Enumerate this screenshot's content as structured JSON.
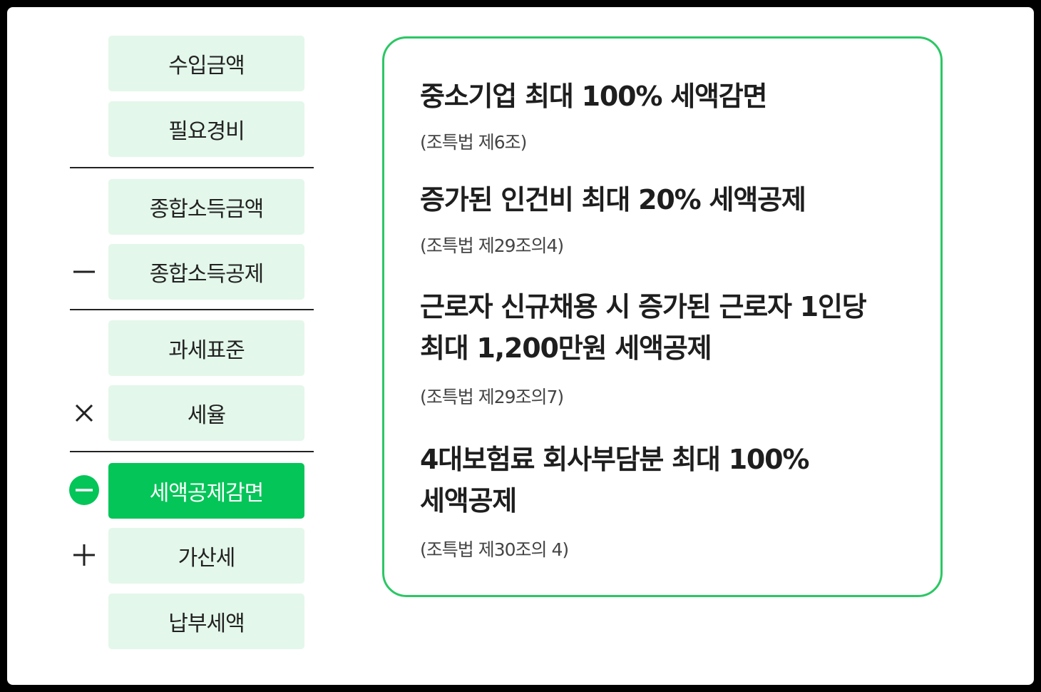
{
  "calc_steps": [
    {
      "label": "수입금액",
      "operator": "",
      "active": false
    },
    {
      "label": "필요경비",
      "operator": "",
      "active": false
    },
    {
      "label": "종합소득금액",
      "operator": "",
      "active": false
    },
    {
      "label": "종합소득공제",
      "operator": "minus-icon",
      "active": false
    },
    {
      "label": "과세표준",
      "operator": "",
      "active": false
    },
    {
      "label": "세율",
      "operator": "times-icon",
      "active": false
    },
    {
      "label": "세액공제감면",
      "operator": "minus-circle-icon",
      "active": true
    },
    {
      "label": "가산세",
      "operator": "plus-icon",
      "active": false
    },
    {
      "label": "납부세액",
      "operator": "",
      "active": false
    }
  ],
  "benefits": [
    {
      "title": "중소기업 최대 100% 세액감면",
      "ref": "(조특법 제6조)"
    },
    {
      "title": "증가된 인건비 최대 20% 세액공제",
      "ref": "(조특법 제29조의4)"
    },
    {
      "title": "근로자 신규채용 시 증가된 근로자 1인당\n최대 1,200만원 세액공제",
      "ref": "(조특법 제29조의7)"
    },
    {
      "title": "4대보험료 회사부담분 최대 100%\n세액공제",
      "ref": "(조특법 제30조의 4)"
    }
  ],
  "colors": {
    "accent": "#04c558",
    "box_bg": "#e3f7ea",
    "panel_border": "#2bc764",
    "text": "#1e1e1e"
  }
}
